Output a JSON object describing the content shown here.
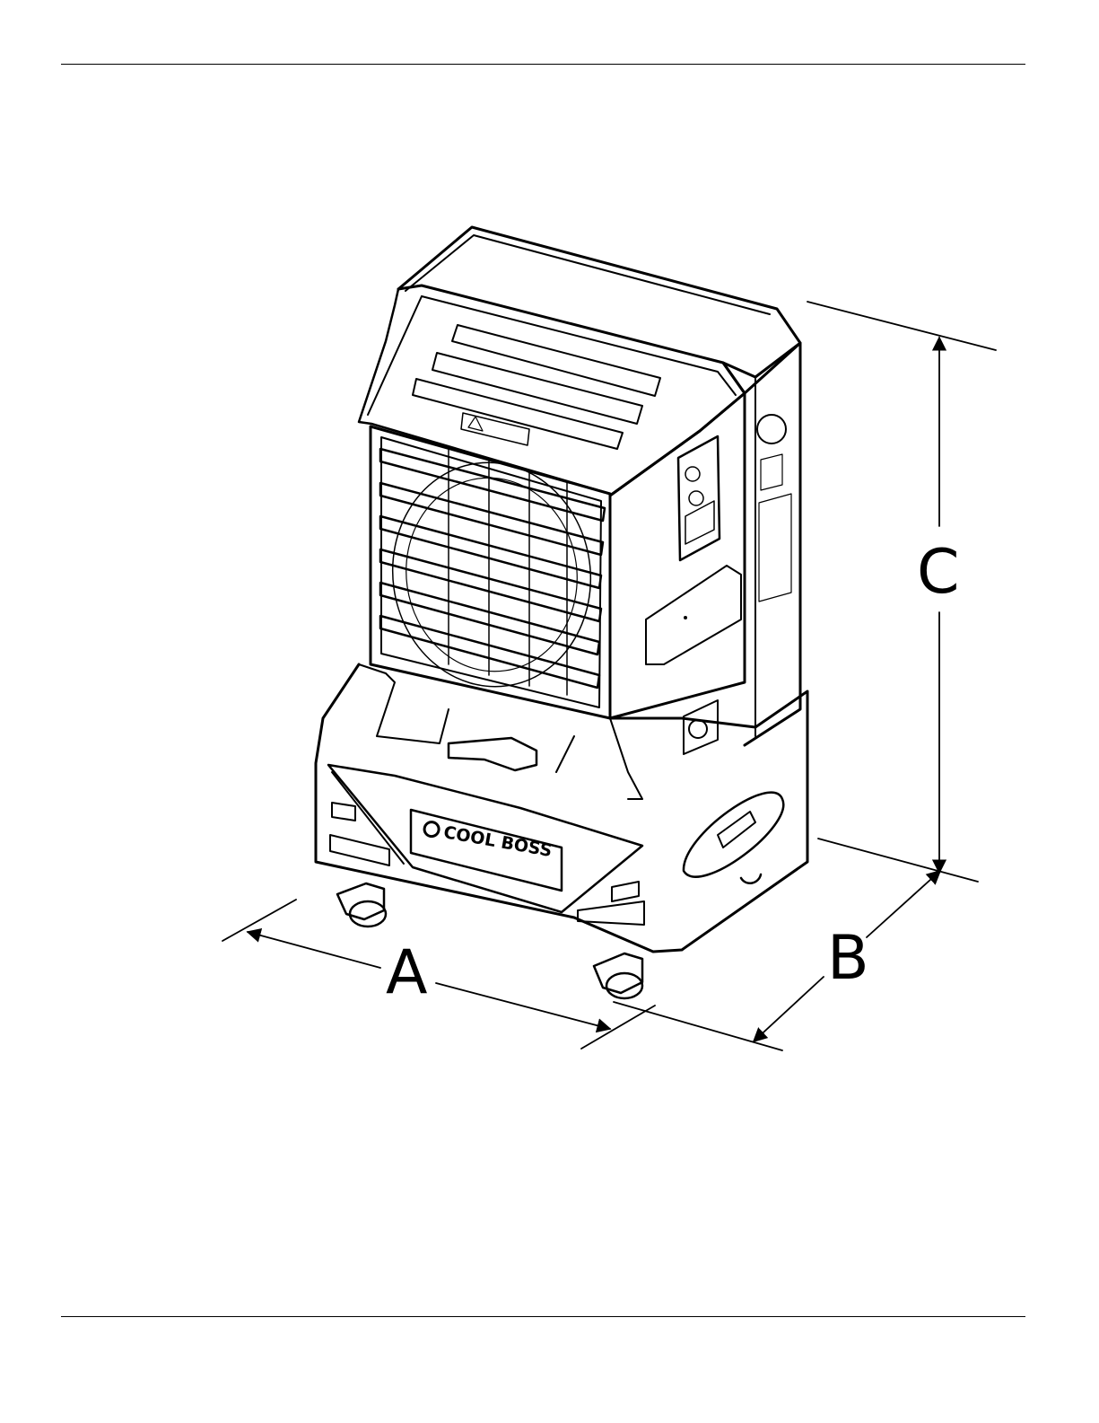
{
  "dimensions": {
    "a_label": "A",
    "b_label": "B",
    "c_label": "C"
  },
  "product": {
    "brand_logo_text": "COOL BOSS"
  },
  "colors": {
    "line": "#000000",
    "background": "#ffffff"
  },
  "icons": {
    "brand_mark": "ring-logo-icon",
    "side_badge": "round-badge-icon",
    "warning_label": "warning-triangle-icon"
  }
}
